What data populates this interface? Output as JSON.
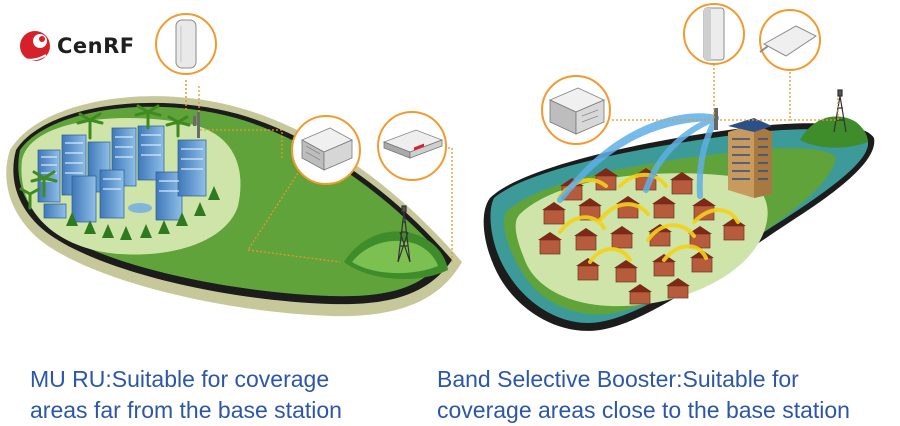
{
  "brand": {
    "name": "CenRF",
    "colors": {
      "accent": "#d6202a",
      "caption": "#2c57a8",
      "callout_ring": "#f29a2e",
      "grass": "#5fa33a",
      "field": "#cfe4a8"
    }
  },
  "scenes": {
    "left": {
      "caption_line1": "MU RU:Suitable for coverage",
      "caption_line2": "areas far from the base station",
      "callouts": [
        "panel-antenna-icon",
        "remote-unit-icon",
        "master-unit-icon"
      ]
    },
    "right": {
      "caption_line1": "Band Selective Booster:Suitable for",
      "caption_line2": "coverage areas close to the base station",
      "callouts": [
        "booster-icon",
        "panel-antenna-icon",
        "yagi-antenna-icon"
      ]
    }
  }
}
